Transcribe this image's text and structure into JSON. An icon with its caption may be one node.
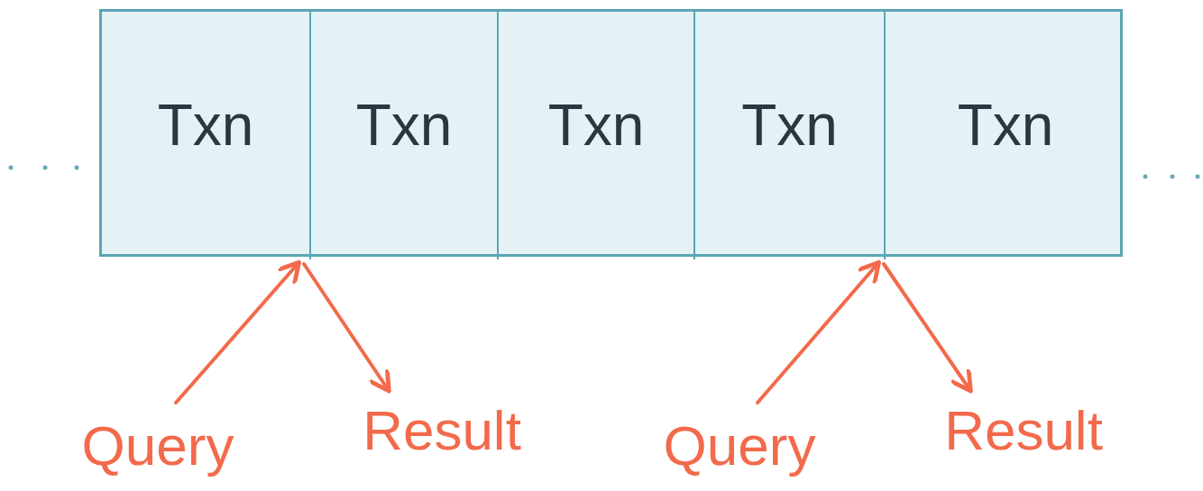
{
  "diagram": {
    "nodes": [
      {
        "text": [],
        "shape": "box"
      },
      {
        "text": [
          "Txn"
        ],
        "in": 0
      },
      {
        "text": [
          "Txn"
        ],
        "in": 0
      },
      {
        "text": [
          "Txn"
        ],
        "in": 0
      },
      {
        "text": [
          "Txn"
        ],
        "in": 0
      },
      {
        "text": [
          "Txn"
        ],
        "in": 0
      },
      {
        "text": [
          "Query"
        ]
      },
      {
        "text": [
          "Result"
        ]
      },
      {
        "text": [
          "Query"
        ]
      },
      {
        "text": [
          "Result"
        ]
      }
    ],
    "edges": [
      {
        "from": 6,
        "to": 0,
        "arrow": "to",
        "color": "#f26a4b"
      },
      {
        "from": 0,
        "to": 7,
        "arrow": "to",
        "color": "#f26a4b"
      },
      {
        "from": 8,
        "to": 0,
        "arrow": "to",
        "color": "#f26a4b"
      },
      {
        "from": 0,
        "to": 9,
        "arrow": "to",
        "color": "#f26a4b"
      }
    ]
  }
}
